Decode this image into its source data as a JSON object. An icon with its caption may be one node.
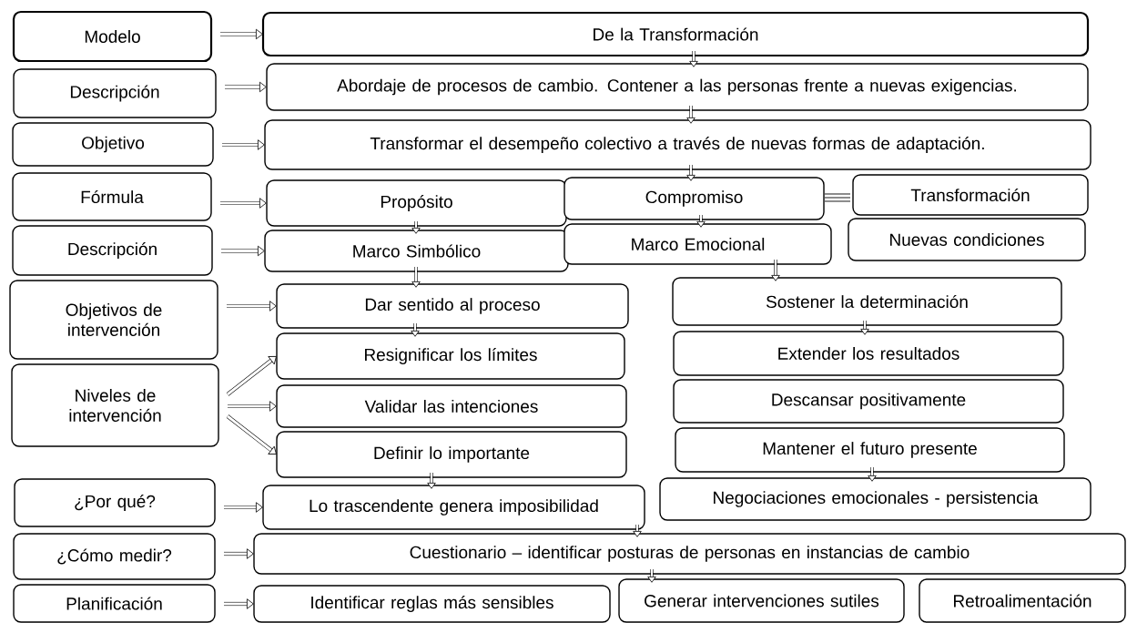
{
  "diagram": {
    "nodes": [
      {
        "text": [
          "Modelo"
        ]
      },
      {
        "text": [
          "Descripción"
        ]
      },
      {
        "text": [
          "Objetivo"
        ]
      },
      {
        "text": [
          "Fórmula"
        ]
      },
      {
        "text": [
          "Descripción"
        ]
      },
      {
        "text": [
          "Objetivos de intervención"
        ]
      },
      {
        "text": [
          "Niveles de intervención"
        ]
      },
      {
        "text": [
          "¿Por qué?"
        ]
      },
      {
        "text": [
          "¿Cómo medir?"
        ]
      },
      {
        "text": [
          "Planificación"
        ]
      },
      {
        "text": [
          "De la Transformación"
        ]
      },
      {
        "text": [
          "Abordaje de procesos de cambio. Contener a las personas frente a nuevas exigencias."
        ]
      },
      {
        "text": [
          "Transformar el desempeño colectivo a través de nuevas formas de adaptación."
        ]
      },
      {
        "text": [
          "Propósito"
        ]
      },
      {
        "text": [
          "Compromiso"
        ]
      },
      {
        "text": [
          "Transformación"
        ]
      },
      {
        "text": [
          "Marco Simbólico"
        ]
      },
      {
        "text": [
          "Marco Emocional"
        ]
      },
      {
        "text": [
          "Nuevas condiciones"
        ]
      },
      {
        "text": [
          "Dar sentido al proceso"
        ]
      },
      {
        "text": [
          "Sostener la determinación"
        ]
      },
      {
        "text": [
          "Resignificar los límites"
        ]
      },
      {
        "text": [
          "Extender los resultados"
        ]
      },
      {
        "text": [
          "Validar las intenciones"
        ]
      },
      {
        "text": [
          "Descansar positivamente"
        ]
      },
      {
        "text": [
          "Definir lo importante"
        ]
      },
      {
        "text": [
          "Mantener el futuro presente"
        ]
      },
      {
        "text": [
          "Lo trascendente genera imposibilidad"
        ]
      },
      {
        "text": [
          "Negociaciones emocionales - persistencia"
        ]
      },
      {
        "text": [
          "Cuestionario – identificar posturas de personas en instancias de cambio"
        ]
      },
      {
        "text": [
          "Identificar reglas más sensibles"
        ]
      },
      {
        "text": [
          "Generar intervenciones sutiles"
        ]
      },
      {
        "text": [
          "Retroalimentación"
        ]
      }
    ],
    "edges": [
      {
        "from": 0,
        "to": 10,
        "arrow": "to"
      },
      {
        "from": 1,
        "to": 11,
        "arrow": "to"
      },
      {
        "from": 2,
        "to": 12,
        "arrow": "to"
      },
      {
        "from": 3,
        "to": 13,
        "arrow": "to"
      },
      {
        "from": 4,
        "to": 16,
        "arrow": "to"
      },
      {
        "from": 5,
        "to": 19,
        "arrow": "to"
      },
      {
        "from": 6,
        "to": 21,
        "arrow": "to"
      },
      {
        "from": 6,
        "to": 23,
        "arrow": "to"
      },
      {
        "from": 6,
        "to": 25,
        "arrow": "to"
      },
      {
        "from": 7,
        "to": 27,
        "arrow": "to"
      },
      {
        "from": 8,
        "to": 29,
        "arrow": "to"
      },
      {
        "from": 9,
        "to": 30,
        "arrow": "to"
      },
      {
        "from": 10,
        "to": 11,
        "arrow": "to"
      },
      {
        "from": 11,
        "to": 12,
        "arrow": "to"
      },
      {
        "from": 12,
        "to": 14,
        "arrow": "to"
      },
      {
        "from": 13,
        "to": 16,
        "arrow": "to"
      },
      {
        "from": 14,
        "to": 17,
        "arrow": "to"
      },
      {
        "from": 16,
        "to": 19,
        "arrow": "to"
      },
      {
        "from": 17,
        "to": 20,
        "arrow": "to"
      },
      {
        "from": 19,
        "to": 21,
        "arrow": "to"
      },
      {
        "from": 20,
        "to": 22,
        "arrow": "to"
      },
      {
        "from": 25,
        "to": 27,
        "arrow": "to"
      },
      {
        "from": 26,
        "to": 28,
        "arrow": "to"
      },
      {
        "from": 27,
        "to": 29,
        "arrow": "to"
      },
      {
        "from": 29,
        "to": 31,
        "arrow": "to"
      }
    ]
  }
}
